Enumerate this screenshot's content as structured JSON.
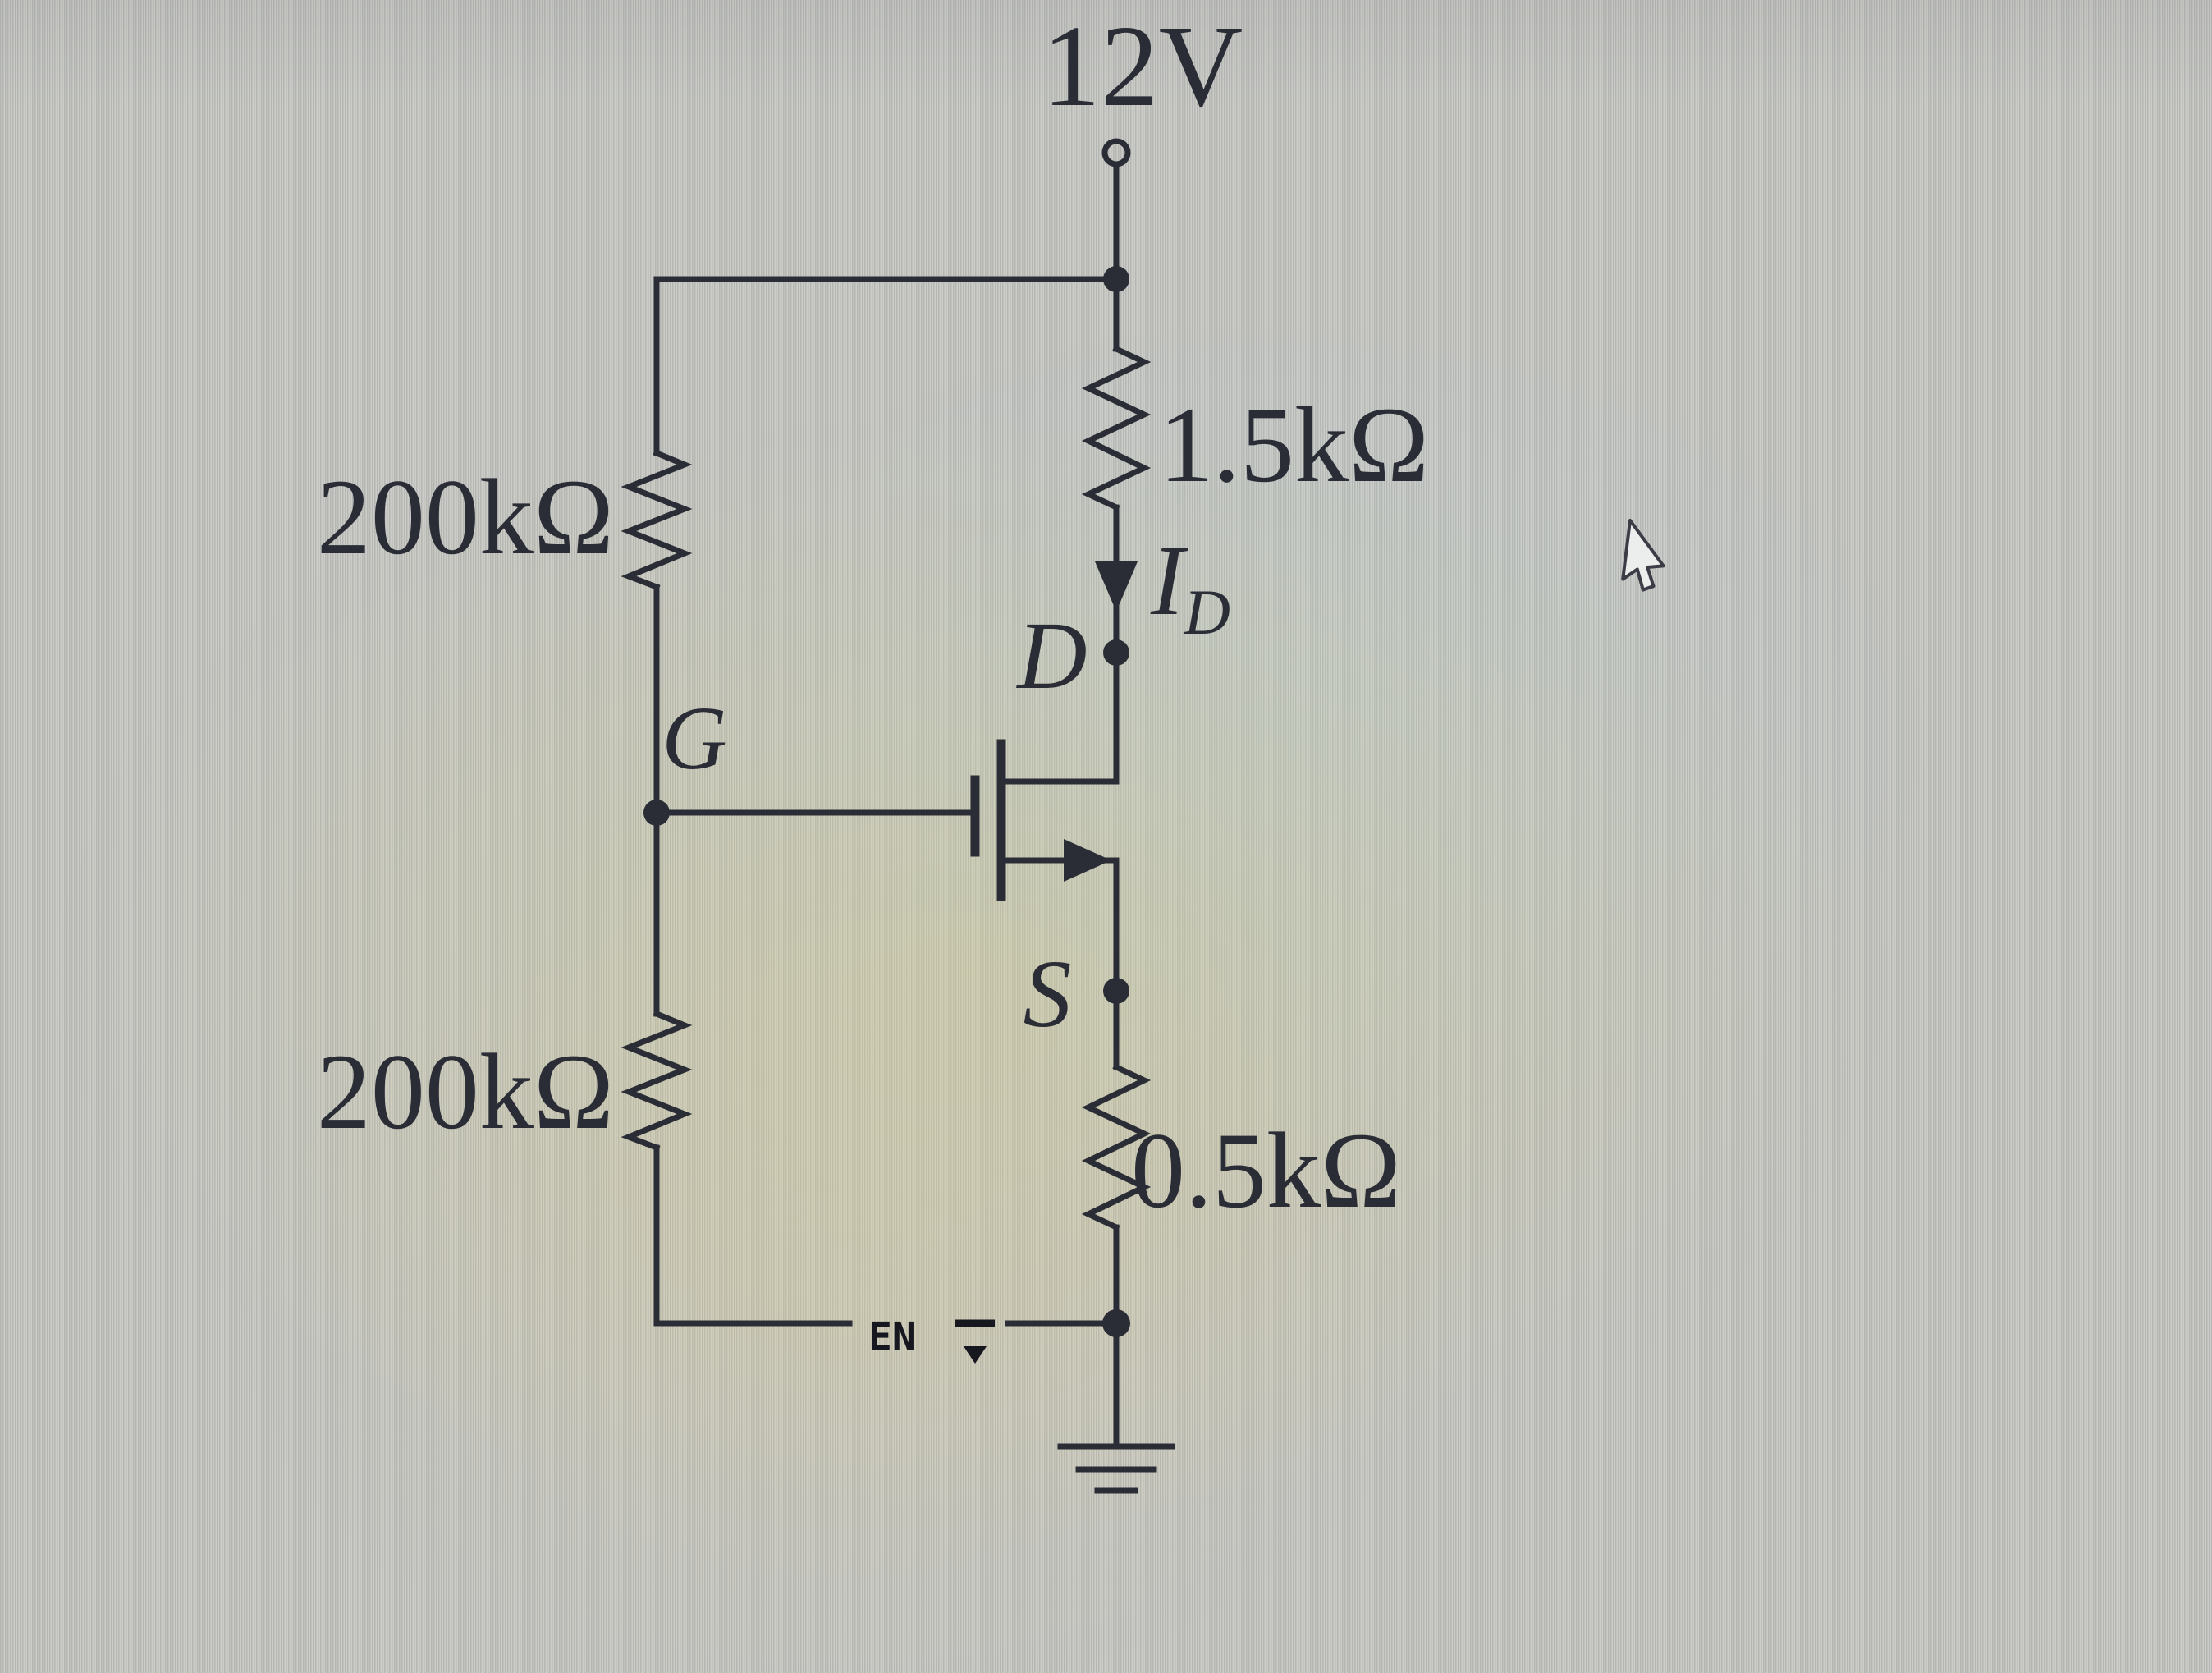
{
  "schematic": {
    "supply_label": "12V",
    "resistors": {
      "r1_top_left": "200kΩ",
      "r2_bottom_left": "200kΩ",
      "rd_drain": "1.5kΩ",
      "rs_source": "0.5kΩ"
    },
    "current": {
      "base": "I",
      "sub": "D"
    },
    "nodes": {
      "drain": "D",
      "gate": "G",
      "source": "S"
    },
    "watermark": "EN",
    "icons": {
      "supply_terminal": "open-circle-terminal",
      "current_arrow": "down-arrow",
      "source_arrow": "right-arrow",
      "ground": "earth-ground",
      "watermark_glyph": "dash-caret-down",
      "pointer": "mouse-arrow-pointer"
    },
    "colors": {
      "ink": "#2b2d36",
      "background": "#cacbc6"
    }
  }
}
